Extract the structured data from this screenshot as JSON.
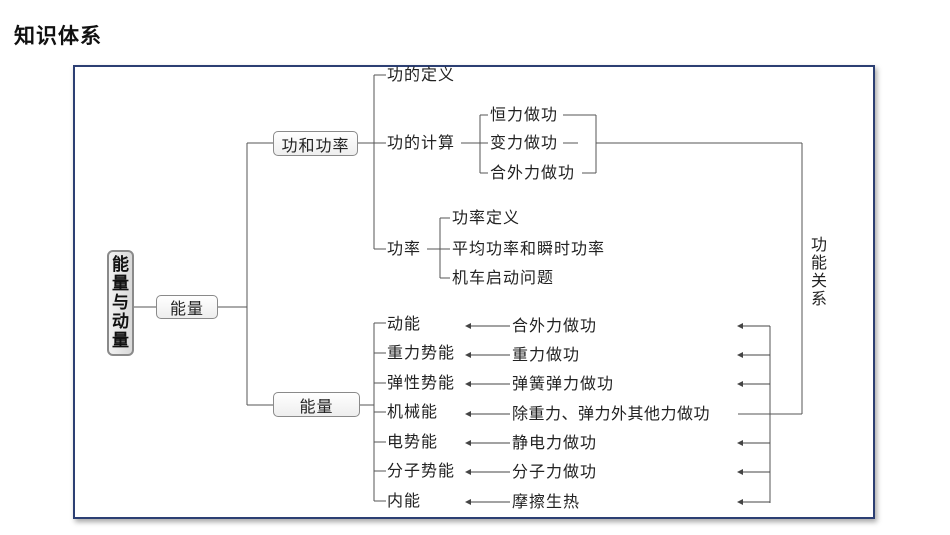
{
  "page": {
    "title": "知识体系"
  },
  "root": {
    "chars": [
      "能",
      "量",
      "与",
      "动",
      "量"
    ]
  },
  "level1": {
    "energy_label": "能量"
  },
  "work_power": {
    "label": "功和功率",
    "definition": "功的定义",
    "calculation": {
      "label": "功的计算",
      "items": [
        "恒力做功",
        "变力做功",
        "合外力做功"
      ]
    },
    "power": {
      "label": "功率",
      "items": [
        "功率定义",
        "平均功率和瞬时功率",
        "机车启动问题"
      ]
    }
  },
  "energy": {
    "label": "能量",
    "rows": [
      {
        "energy": "动能",
        "work": "合外力做功"
      },
      {
        "energy": "重力势能",
        "work": "重力做功"
      },
      {
        "energy": "弹性势能",
        "work": "弹簧弹力做功"
      },
      {
        "energy": "机械能",
        "work": "除重力、弹力外其他力做功"
      },
      {
        "energy": "电势能",
        "work": "静电力做功"
      },
      {
        "energy": "分子势能",
        "work": "分子力做功"
      },
      {
        "energy": "内能",
        "work": "摩擦生热"
      }
    ]
  },
  "relation": {
    "chars": [
      "功",
      "能",
      "关",
      "系"
    ]
  }
}
